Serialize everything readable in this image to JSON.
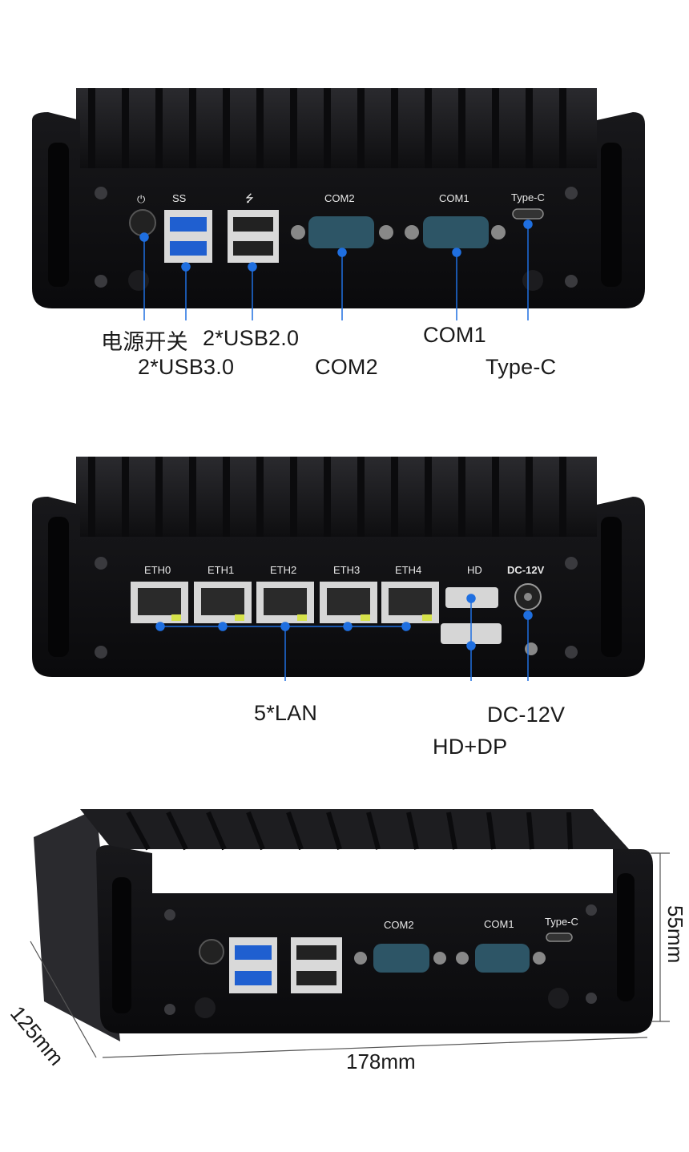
{
  "panel_top": {
    "silk": {
      "com2": "COM2",
      "com1": "COM1",
      "typec": "Type-C",
      "ss": "SS",
      "power_symbol": "⏻",
      "usb_symbol": "⭍"
    },
    "callouts": {
      "power": "电源开关",
      "usb3": "2*USB3.0",
      "usb2": "2*USB2.0",
      "com2": "COM2",
      "com1": "COM1",
      "typec": "Type-C"
    }
  },
  "panel_mid": {
    "silk": {
      "eth0": "ETH0",
      "eth1": "ETH1",
      "eth2": "ETH2",
      "eth3": "ETH3",
      "eth4": "ETH4",
      "dc": "DC-12V",
      "hd": "HD"
    },
    "callouts": {
      "lan": "5*LAN",
      "hddp": "HD+DP",
      "dc": "DC-12V"
    }
  },
  "panel_bottom": {
    "silk": {
      "com2": "COM2",
      "com1": "COM1",
      "typec": "Type-C"
    },
    "dimensions": {
      "depth": "125mm",
      "width": "178mm",
      "height": "55mm"
    }
  },
  "colors": {
    "accent": "#1f6fe0",
    "case": "#141416",
    "fin": "#1d1d20"
  }
}
